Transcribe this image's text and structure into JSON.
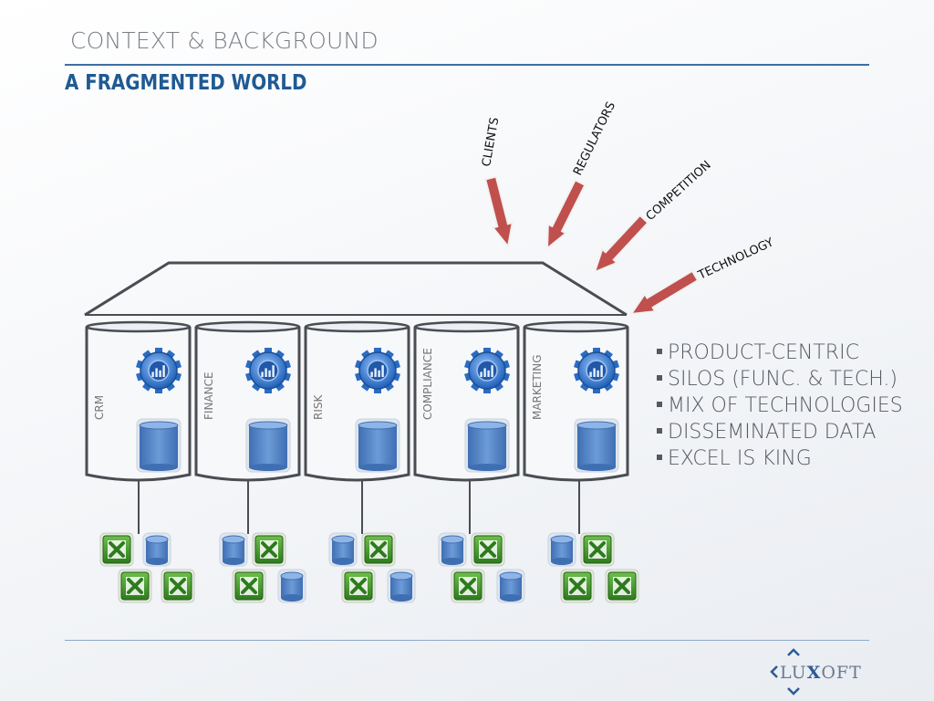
{
  "header": {
    "title": "CONTEXT & BACKGROUND",
    "subtitle": "A FRAGMENTED WORLD"
  },
  "forces": [
    "CLIENTS",
    "REGULATORS",
    "COMPETITION",
    "TECHNOLOGY"
  ],
  "silos": [
    {
      "label": "CRM",
      "files": [
        "excel",
        "db",
        "excel",
        "excel"
      ]
    },
    {
      "label": "FINANCE",
      "files": [
        "db",
        "excel",
        "excel",
        "db"
      ]
    },
    {
      "label": "RISK",
      "files": [
        "db",
        "excel",
        "excel",
        "db"
      ]
    },
    {
      "label": "COMPLIANCE",
      "files": [
        "db",
        "excel",
        "excel",
        "db"
      ]
    },
    {
      "label": "MARKETING",
      "files": [
        "db",
        "excel",
        "excel",
        "excel"
      ]
    }
  ],
  "bullets": [
    "PRODUCT-CENTRIC",
    "SILOS (FUNC. & TECH.)",
    "MIX OF TECHNOLOGIES",
    "DISSEMINATED DATA",
    "EXCEL IS KING"
  ],
  "logo": {
    "text_left": "LU",
    "text_x": "X",
    "text_right": "OFT"
  },
  "colors": {
    "accent_blue": "#1f5a93",
    "arrow_red": "#c0504d",
    "excel_green": "#3c8f2a",
    "db_blue": "#4f7fc1"
  },
  "icons": [
    "gear-chart-icon",
    "database-icon",
    "excel-icon",
    "arrow-icon"
  ]
}
